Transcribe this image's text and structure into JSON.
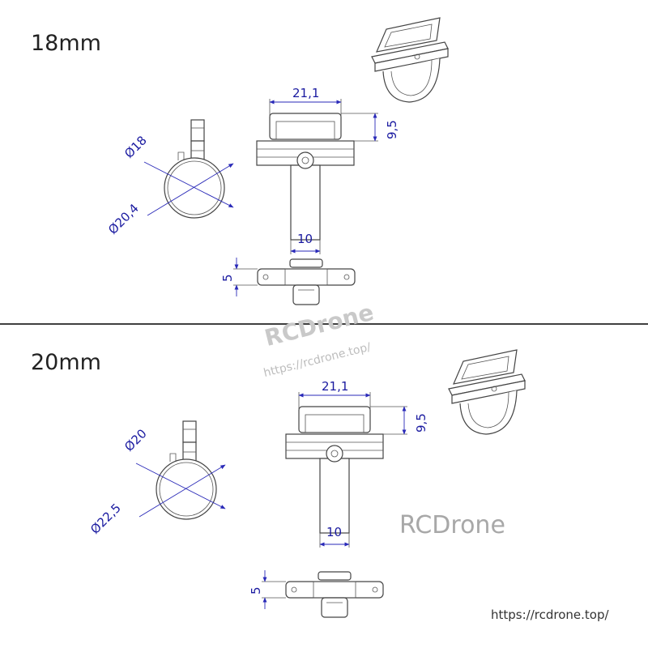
{
  "sections": [
    {
      "size_label": "18mm",
      "dims": {
        "inner_diameter": "Ø18",
        "outer_diameter": "Ø20,4",
        "width": "21,1",
        "height": "9,5",
        "stem_width": "10",
        "thickness": "5"
      }
    },
    {
      "size_label": "20mm",
      "dims": {
        "inner_diameter": "Ø20",
        "outer_diameter": "Ø22,5",
        "width": "21,1",
        "height": "9,5",
        "stem_width": "10",
        "thickness": "5"
      }
    }
  ],
  "watermark": {
    "brand": "RCDrone",
    "url": "https://rcdrone.top/"
  },
  "footer": {
    "brand": "RCDrone",
    "url": "https://rcdrone.top/"
  },
  "colors": {
    "dimension": "#1a1aa0",
    "outline": "#444444",
    "divider": "#000000",
    "watermark": "#c9c9c9"
  }
}
